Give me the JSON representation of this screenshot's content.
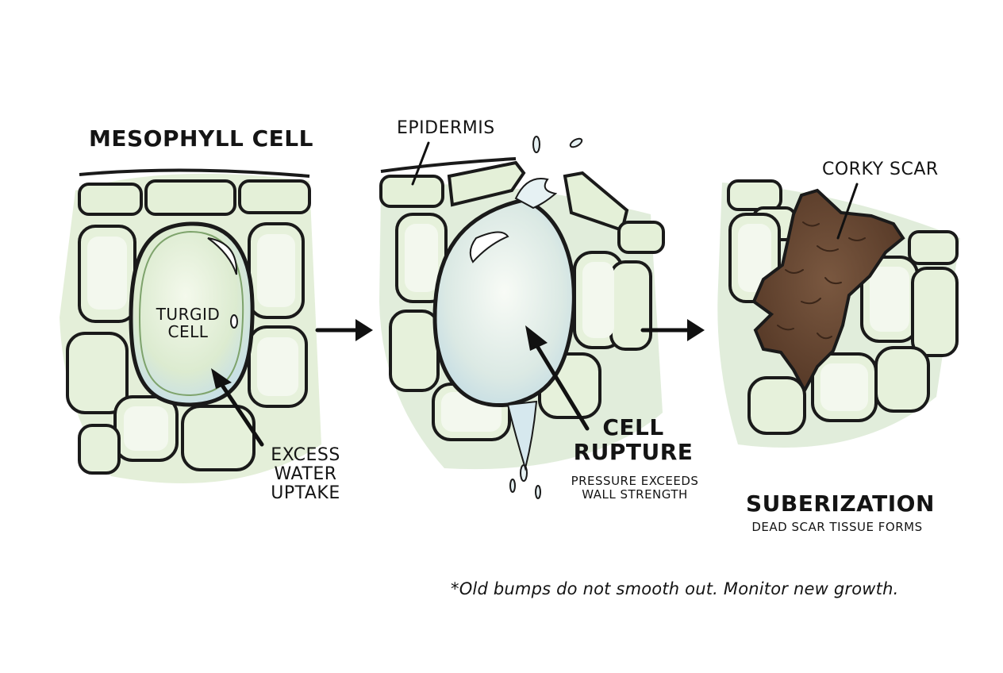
{
  "panels": {
    "mesophyll": {
      "title": "MESOPHYLL CELL",
      "cell_label": "TURGID\nCELL",
      "annotation": "EXCESS\nWATER\nUPTAKE"
    },
    "rupture": {
      "epidermis_label": "EPIDERMIS",
      "title": "CELL\nRUPTURE",
      "subtitle": "PRESSURE EXCEEDS\nWALL STRENGTH"
    },
    "scar": {
      "scar_label": "CORKY SCAR",
      "title": "SUBERIZATION",
      "subtitle": "DEAD SCAR TISSUE FORMS"
    }
  },
  "footnote": "*Old bumps do not smooth out. Monitor new growth.",
  "colors": {
    "cell_fill": "#e3efd6",
    "cell_inner": "#eef5e6",
    "water_tint": "#cfe4ea",
    "outline": "#1a1a1a",
    "scar": "#6b4a33",
    "scar_dark": "#4a3222",
    "arrow": "#111111"
  }
}
